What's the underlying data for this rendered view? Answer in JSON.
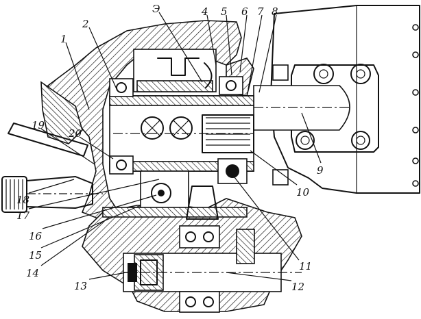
{
  "figure": {
    "callouts": [
      "1",
      "2",
      "Э",
      "4",
      "5",
      "6",
      "7",
      "8",
      "9",
      "10",
      "11",
      "12",
      "13",
      "14",
      "15",
      "16",
      "17",
      "18",
      "19",
      "20"
    ]
  },
  "colors": {
    "ink": "#111111",
    "paper": "#ffffff"
  }
}
